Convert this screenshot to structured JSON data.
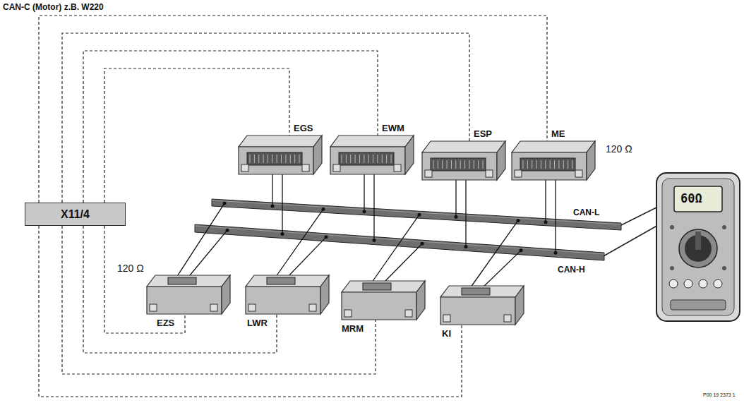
{
  "diagram": {
    "title": "CAN-C (Motor) z.B. W220",
    "nodes": [
      {
        "text": [
          "EGS"
        ]
      },
      {
        "text": [
          "EWM"
        ]
      },
      {
        "text": [
          "ESP"
        ]
      },
      {
        "text": [
          "ME"
        ]
      },
      {
        "text": [
          "X11/4"
        ]
      },
      {
        "text": [
          "EZS"
        ]
      },
      {
        "text": [
          "LWR"
        ]
      },
      {
        "text": [
          "MRM"
        ]
      },
      {
        "text": [
          "KI"
        ]
      }
    ],
    "edges": [
      {
        "from": 4,
        "to": 0,
        "arrow": "none"
      },
      {
        "from": 4,
        "to": 1,
        "arrow": "none"
      },
      {
        "from": 4,
        "to": 2,
        "arrow": "none"
      },
      {
        "from": 4,
        "to": 3,
        "arrow": "none"
      },
      {
        "from": 4,
        "to": 5,
        "arrow": "none"
      },
      {
        "from": 4,
        "to": 6,
        "arrow": "none"
      },
      {
        "from": 4,
        "to": 7,
        "arrow": "none"
      },
      {
        "from": 4,
        "to": 8,
        "arrow": "none"
      }
    ],
    "labels": [
      "120 Ω",
      "120 Ω",
      "CAN-L",
      "CAN-H",
      "60Ω",
      "P00 19 2373 1"
    ]
  }
}
